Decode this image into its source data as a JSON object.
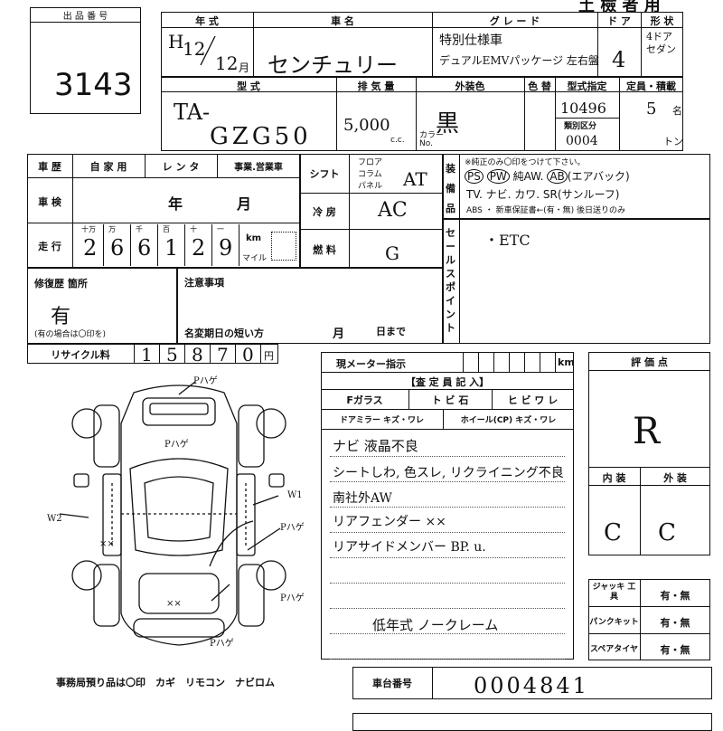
{
  "lot": {
    "label": "出 品 番 号",
    "number": "3143"
  },
  "header": {
    "title": "土 檢 者 用"
  },
  "year": {
    "label": "年 式",
    "era": "H",
    "year": "12",
    "month": "12",
    "month_unit": "月"
  },
  "model": {
    "label": "車 名",
    "value": "センチュリー"
  },
  "grade": {
    "label": "グ レ ー ド",
    "line1": "特別仕様車",
    "line2": "デュアルEMVパッケージ 左右盤"
  },
  "doors": {
    "label": "ド ア",
    "value": "4"
  },
  "shape": {
    "label": "形 状",
    "value": "4ドア セダン"
  },
  "type": {
    "label": "型 式",
    "prefix": "TA-",
    "value": "GZG50"
  },
  "displacement": {
    "label": "排 気 量",
    "value": "5,000",
    "unit": "c.c."
  },
  "color": {
    "label": "外装色",
    "value": "黒",
    "color_no_label": "カラー No."
  },
  "color_change": {
    "label": "色 替"
  },
  "type_spec": {
    "label": "型式指定",
    "value": "10496"
  },
  "class": {
    "label": "類別区分",
    "value": "0004"
  },
  "capacity": {
    "label": "定員・積載",
    "value": "5",
    "unit": "名",
    "ton": "トン"
  },
  "history": {
    "label": "車 歴",
    "own": "自 家 用",
    "rental": "レ ン タ",
    "business": "事業.営業車"
  },
  "inspection": {
    "label": "車 検",
    "year": "年",
    "month": "月"
  },
  "mileage": {
    "label": "走 行",
    "units": [
      "十万",
      "万",
      "千",
      "百",
      "十",
      "一"
    ],
    "digits": [
      "2",
      "6",
      "6",
      "1",
      "2",
      "9"
    ],
    "km": "km",
    "mile": "マイル"
  },
  "shift": {
    "label": "シフト",
    "floor": "フロア",
    "column": "コラム",
    "panel": "パネル",
    "value": "AT"
  },
  "aircon": {
    "label": "冷 房",
    "value": "AC"
  },
  "fuel": {
    "label": "燃 料",
    "value": "G"
  },
  "equip": {
    "label": "装 備 品",
    "note": "※純正のみ〇印をつけて下さい。",
    "row1": [
      "PS",
      "PW",
      "純AW.",
      "AB",
      "(エアバック)"
    ],
    "row2": "TV. ナビ. カワ. SR(サンルーフ)",
    "row3": "ABS ・ 新車保証書←(有・無) 後日送りのみ"
  },
  "sale_point": {
    "label": "セールスポイント",
    "value": "・ETC"
  },
  "repair": {
    "label": "修復歴 箇所",
    "value": "有",
    "note": "(有の場合は〇印を)"
  },
  "notes": {
    "label": "注意事項",
    "deadline": "名変期日の短い方",
    "month": "月",
    "day": "日まで"
  },
  "recycle": {
    "label": "リサイクル料",
    "digits": [
      "1",
      "5",
      "8",
      "7",
      "0"
    ],
    "unit": "円"
  },
  "meter": {
    "label": "現メーター指示",
    "km": "km"
  },
  "inspector": {
    "title": "【査 定 員 記 入】",
    "f_glass": "Fガラス",
    "tobi": "ト ビ 石",
    "hibi": "ヒ ビ ワ レ",
    "door_mirror": "ドアミラー キズ・ワレ",
    "wheel": "ホイール(CP) キズ・ワレ",
    "lines": [
      "ナビ 液晶不良",
      "シートしわ, 色スレ, リクライニング不良",
      "南社外AW",
      "リアフェンダー ××",
      "リアサイドメンバー BP. u.",
      "低年式 ノークレーム"
    ]
  },
  "grade_eval": {
    "label": "評 価 点",
    "value": "R"
  },
  "interior": {
    "label": "内 装",
    "value": "C"
  },
  "exterior": {
    "label": "外 装",
    "value": "C"
  },
  "jack": {
    "label": "ジャッキ 工 具",
    "value": "有・無"
  },
  "puncture": {
    "label": "パンクキット",
    "value": "有・無"
  },
  "spare": {
    "label": "スペアタイヤ",
    "value": "有・無"
  },
  "chassis": {
    "label": "車台番号",
    "value": "0004841"
  },
  "diagram": {
    "marks": [
      "Pハゲ",
      "Pハゲ",
      "W1",
      "W2",
      "Pハゲ",
      "Pハゲ",
      "Pハゲ",
      "××",
      "××"
    ]
  },
  "office": {
    "label": "事務局預り品は〇印　カギ　リモコン　ナビロム"
  }
}
